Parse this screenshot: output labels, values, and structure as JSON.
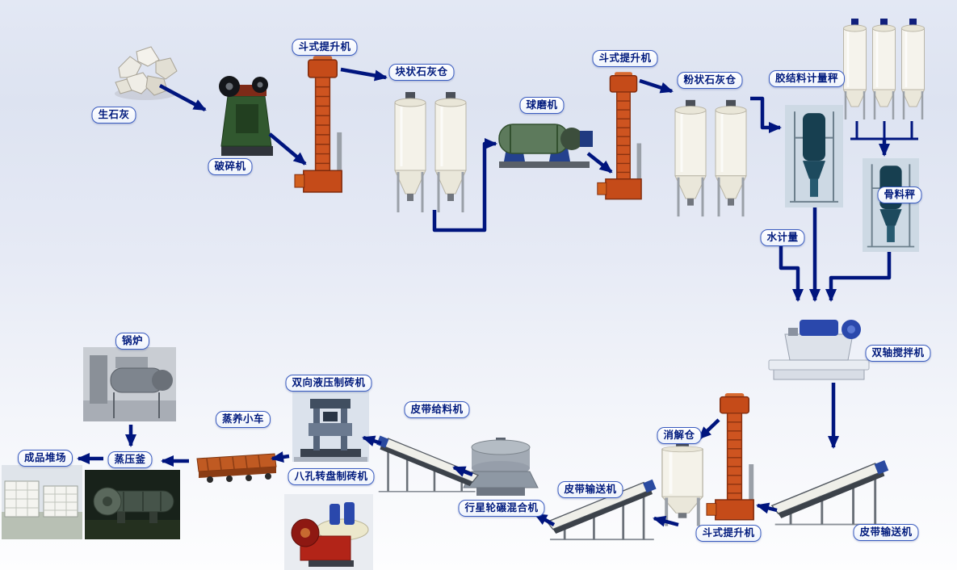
{
  "diagram": {
    "labels": {
      "quicklime": "生石灰",
      "crusher": "破碎机",
      "bucket_elevator_1": "斗式提升机",
      "block_lime_silo": "块状石灰仓",
      "ball_mill": "球磨机",
      "bucket_elevator_2": "斗式提升机",
      "powder_lime_silo": "粉状石灰仓",
      "binder_metering_scale": "胶结料计量秤",
      "aggregate_scale": "骨料秤",
      "water_metering": "水计量",
      "twin_shaft_mixer": "双轴搅拌机",
      "belt_conveyor_1": "皮带输送机",
      "bucket_elevator_3": "斗式提升机",
      "digestion_silo": "消解仓",
      "belt_conveyor_2": "皮带输送机",
      "planetary_wheel_mixer": "行星轮碾混合机",
      "belt_feeder": "皮带给料机",
      "hydraulic_brick_machine": "双向液压制砖机",
      "rotary_brick_machine": "八孔转盘制砖机",
      "steam_curing_cart": "蒸养小车",
      "autoclave": "蒸压釜",
      "boiler": "锅炉",
      "product_yard": "成品堆场"
    },
    "edges": [
      [
        "quicklime",
        "crusher"
      ],
      [
        "crusher",
        "bucket_elevator_1"
      ],
      [
        "bucket_elevator_1",
        "block_lime_silo"
      ],
      [
        "block_lime_silo",
        "ball_mill"
      ],
      [
        "ball_mill",
        "bucket_elevator_2"
      ],
      [
        "bucket_elevator_2",
        "powder_lime_silo"
      ],
      [
        "powder_lime_silo",
        "binder_metering_scale"
      ],
      [
        "binder_metering_scale",
        "twin_shaft_mixer"
      ],
      [
        "water_metering",
        "twin_shaft_mixer"
      ],
      [
        "aggregate_scale",
        "twin_shaft_mixer"
      ],
      [
        "twin_shaft_mixer",
        "belt_conveyor_1"
      ],
      [
        "belt_conveyor_1",
        "bucket_elevator_3"
      ],
      [
        "bucket_elevator_3",
        "digestion_silo"
      ],
      [
        "digestion_silo",
        "belt_conveyor_2"
      ],
      [
        "belt_conveyor_2",
        "planetary_wheel_mixer"
      ],
      [
        "planetary_wheel_mixer",
        "belt_feeder"
      ],
      [
        "belt_feeder",
        "hydraulic_brick_machine"
      ],
      [
        "hydraulic_brick_machine",
        "steam_curing_cart"
      ],
      [
        "steam_curing_cart",
        "autoclave"
      ],
      [
        "boiler",
        "autoclave"
      ],
      [
        "autoclave",
        "product_yard"
      ]
    ],
    "equipment_images": [
      "quicklime-pile",
      "jaw-crusher",
      "bucket-elevator",
      "block-lime-silos",
      "ball-mill",
      "bucket-elevator",
      "powder-lime-silos",
      "binder-metering-scale",
      "storage-silos",
      "aggregate-scale",
      "twin-shaft-mixer",
      "belt-conveyor",
      "bucket-elevator",
      "digestion-silo",
      "belt-conveyor",
      "planetary-wheel-mixer",
      "belt-feeder",
      "hydraulic-brick-press",
      "rotary-brick-press",
      "steam-curing-cart",
      "autoclave",
      "boiler",
      "finished-product-yard"
    ],
    "colors": {
      "arrow": "#00157e",
      "label_border": "#3a5cc0",
      "label_text": "#001a7d",
      "label_bg": "#ffffff",
      "background_top": "#e3e8f4",
      "background_bottom": "#fdfdfe"
    }
  }
}
